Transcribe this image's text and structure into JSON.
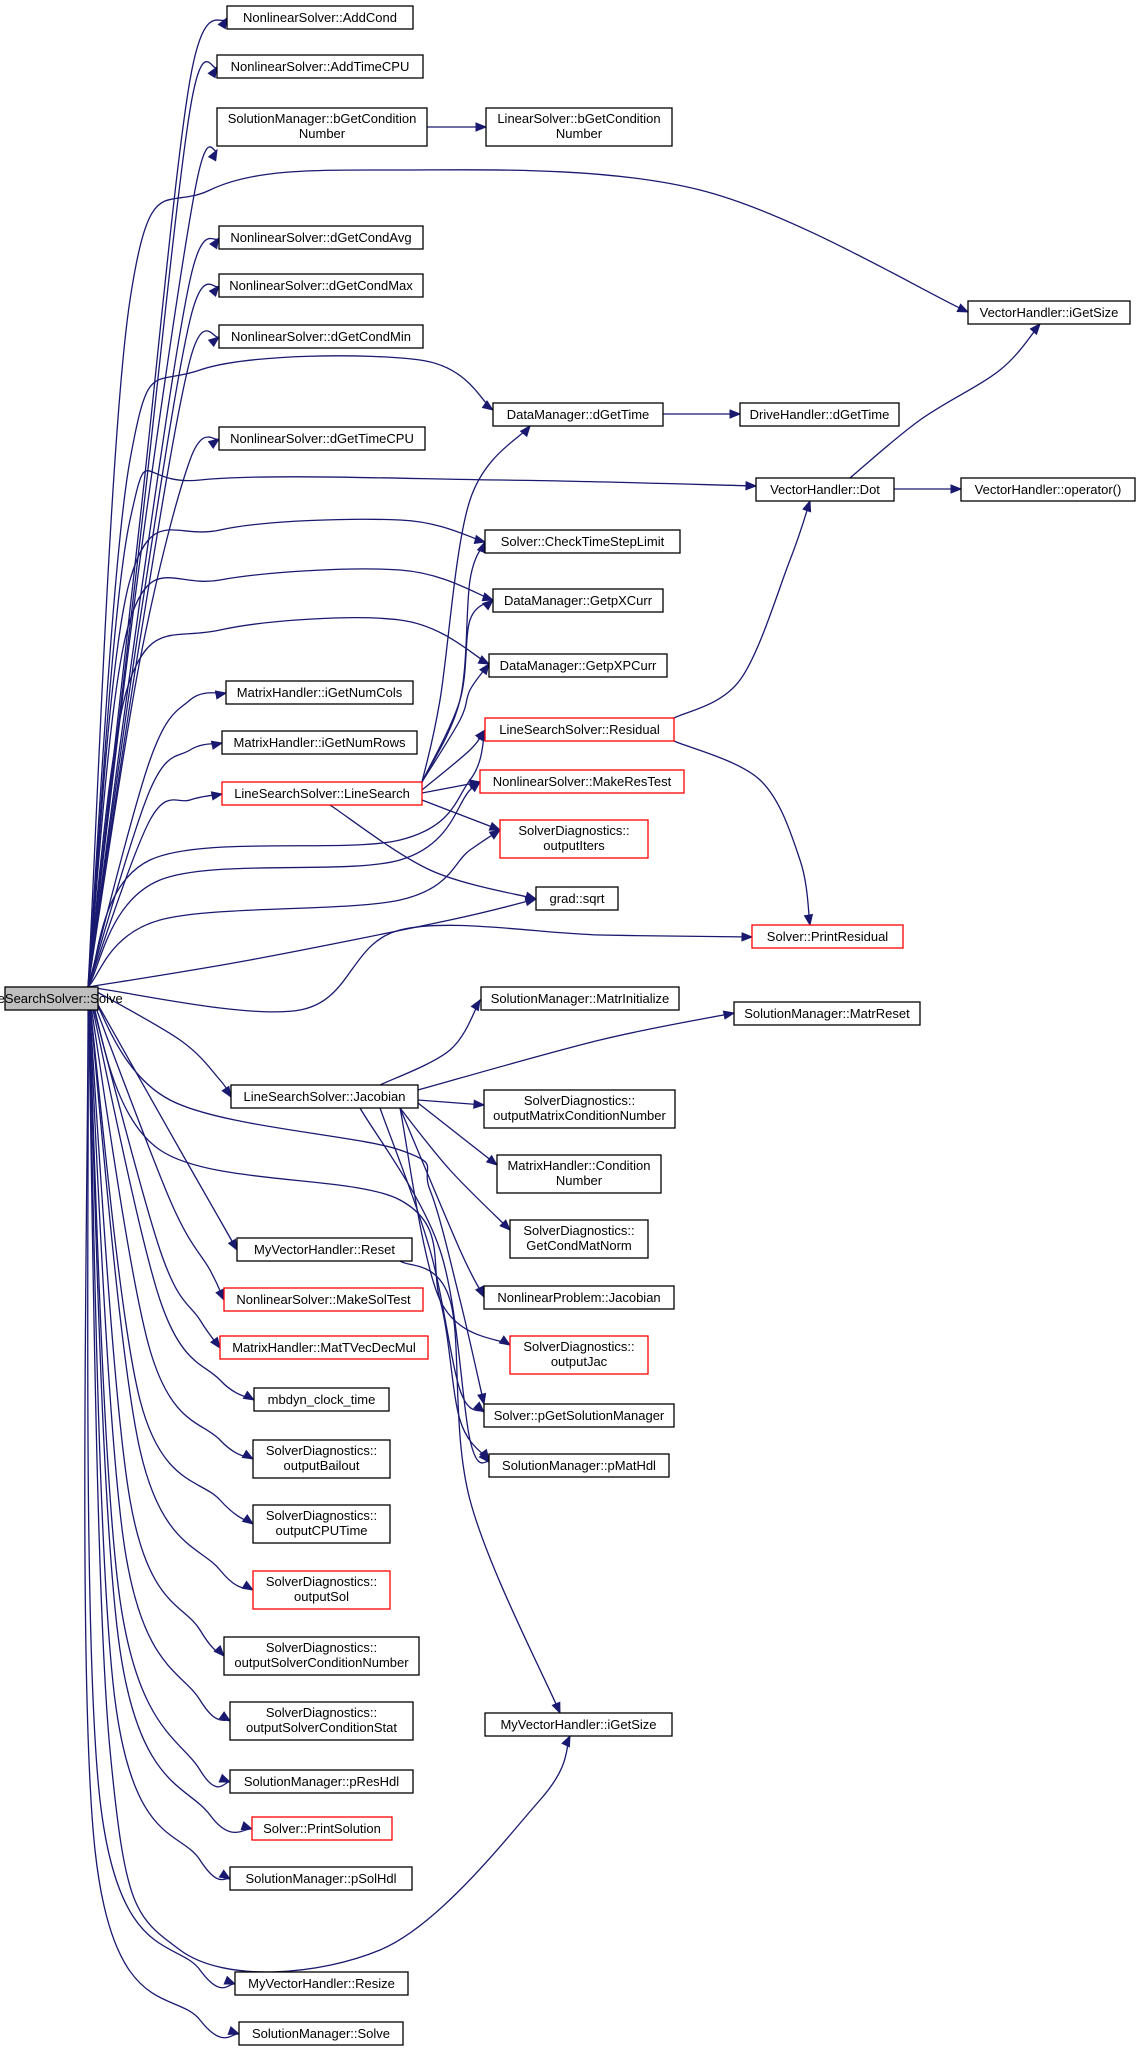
{
  "diagram": {
    "colors": {
      "edge": "#191970",
      "root_fill": "#bfbfbf",
      "red_border": "#ff0000"
    },
    "nodes": [
      {
        "id": "solve",
        "lines": [
          "LineSearchSolver::Solve"
        ],
        "style": "root"
      },
      {
        "id": "addcond",
        "lines": [
          "NonlinearSolver::AddCond"
        ],
        "style": "black"
      },
      {
        "id": "addtimecpu",
        "lines": [
          "NonlinearSolver::AddTimeCPU"
        ],
        "style": "black"
      },
      {
        "id": "sm_bgetcond",
        "lines": [
          "SolutionManager::bGetCondition",
          "Number"
        ],
        "style": "black"
      },
      {
        "id": "ls_bgetcond",
        "lines": [
          "LinearSolver::bGetCondition",
          "Number"
        ],
        "style": "black"
      },
      {
        "id": "vh_igetsize",
        "lines": [
          "VectorHandler::iGetSize"
        ],
        "style": "black"
      },
      {
        "id": "dgetcondavg",
        "lines": [
          "NonlinearSolver::dGetCondAvg"
        ],
        "style": "black"
      },
      {
        "id": "dgetcondmax",
        "lines": [
          "NonlinearSolver::dGetCondMax"
        ],
        "style": "black"
      },
      {
        "id": "dgetcondmin",
        "lines": [
          "NonlinearSolver::dGetCondMin"
        ],
        "style": "black"
      },
      {
        "id": "dm_dgettime",
        "lines": [
          "DataManager::dGetTime"
        ],
        "style": "black"
      },
      {
        "id": "dh_dgettime",
        "lines": [
          "DriveHandler::dGetTime"
        ],
        "style": "black"
      },
      {
        "id": "dgettimecpu",
        "lines": [
          "NonlinearSolver::dGetTimeCPU"
        ],
        "style": "black"
      },
      {
        "id": "vh_dot",
        "lines": [
          "VectorHandler::Dot"
        ],
        "style": "black"
      },
      {
        "id": "vh_op",
        "lines": [
          "VectorHandler::operator()"
        ],
        "style": "black"
      },
      {
        "id": "checkts",
        "lines": [
          "Solver::CheckTimeStepLimit"
        ],
        "style": "black"
      },
      {
        "id": "getpxcurr",
        "lines": [
          "DataManager::GetpXCurr"
        ],
        "style": "black"
      },
      {
        "id": "getpxpcurr",
        "lines": [
          "DataManager::GetpXPCurr"
        ],
        "style": "black"
      },
      {
        "id": "mh_cols",
        "lines": [
          "MatrixHandler::iGetNumCols"
        ],
        "style": "black"
      },
      {
        "id": "residual",
        "lines": [
          "LineSearchSolver::Residual"
        ],
        "style": "red"
      },
      {
        "id": "mh_rows",
        "lines": [
          "MatrixHandler::iGetNumRows"
        ],
        "style": "black"
      },
      {
        "id": "linesearch",
        "lines": [
          "LineSearchSolver::LineSearch"
        ],
        "style": "red"
      },
      {
        "id": "makerestest",
        "lines": [
          "NonlinearSolver::MakeResTest"
        ],
        "style": "red"
      },
      {
        "id": "outputiters",
        "lines": [
          "SolverDiagnostics::",
          "outputIters"
        ],
        "style": "red"
      },
      {
        "id": "sqrt",
        "lines": [
          "grad::sqrt"
        ],
        "style": "black"
      },
      {
        "id": "printresidual",
        "lines": [
          "Solver::PrintResidual"
        ],
        "style": "red"
      },
      {
        "id": "matrinit",
        "lines": [
          "SolutionManager::MatrInitialize"
        ],
        "style": "black"
      },
      {
        "id": "matrreset",
        "lines": [
          "SolutionManager::MatrReset"
        ],
        "style": "black"
      },
      {
        "id": "jacobian",
        "lines": [
          "LineSearchSolver::Jacobian"
        ],
        "style": "black"
      },
      {
        "id": "outmatcond",
        "lines": [
          "SolverDiagnostics::",
          "outputMatrixConditionNumber"
        ],
        "style": "black"
      },
      {
        "id": "mh_condnum",
        "lines": [
          "MatrixHandler::Condition",
          "Number"
        ],
        "style": "black"
      },
      {
        "id": "getcondmatnorm",
        "lines": [
          "SolverDiagnostics::",
          "GetCondMatNorm"
        ],
        "style": "black"
      },
      {
        "id": "myvh_reset",
        "lines": [
          "MyVectorHandler::Reset"
        ],
        "style": "black"
      },
      {
        "id": "np_jacobian",
        "lines": [
          "NonlinearProblem::Jacobian"
        ],
        "style": "black"
      },
      {
        "id": "makesoltest",
        "lines": [
          "NonlinearSolver::MakeSolTest"
        ],
        "style": "red"
      },
      {
        "id": "outputjac",
        "lines": [
          "SolverDiagnostics::",
          "outputJac"
        ],
        "style": "red"
      },
      {
        "id": "mattvec",
        "lines": [
          "MatrixHandler::MatTVecDecMul"
        ],
        "style": "red"
      },
      {
        "id": "mbdyn_clock",
        "lines": [
          "mbdyn_clock_time"
        ],
        "style": "black"
      },
      {
        "id": "pgetsolman",
        "lines": [
          "Solver::pGetSolutionManager"
        ],
        "style": "black"
      },
      {
        "id": "outbailout",
        "lines": [
          "SolverDiagnostics::",
          "outputBailout"
        ],
        "style": "black"
      },
      {
        "id": "pmathdl",
        "lines": [
          "SolutionManager::pMatHdl"
        ],
        "style": "black"
      },
      {
        "id": "outcputime",
        "lines": [
          "SolverDiagnostics::",
          "outputCPUTime"
        ],
        "style": "black"
      },
      {
        "id": "outsol",
        "lines": [
          "SolverDiagnostics::",
          "outputSol"
        ],
        "style": "red"
      },
      {
        "id": "outsolvercond",
        "lines": [
          "SolverDiagnostics::",
          "outputSolverConditionNumber"
        ],
        "style": "black"
      },
      {
        "id": "outsolverstat",
        "lines": [
          "SolverDiagnostics::",
          "outputSolverConditionStat"
        ],
        "style": "black"
      },
      {
        "id": "myvh_igetsize",
        "lines": [
          "MyVectorHandler::iGetSize"
        ],
        "style": "black"
      },
      {
        "id": "presh",
        "lines": [
          "SolutionManager::pResHdl"
        ],
        "style": "black"
      },
      {
        "id": "printsolution",
        "lines": [
          "Solver::PrintSolution"
        ],
        "style": "red"
      },
      {
        "id": "psolhdl",
        "lines": [
          "SolutionManager::pSolHdl"
        ],
        "style": "black"
      },
      {
        "id": "myvh_resize",
        "lines": [
          "MyVectorHandler::Resize"
        ],
        "style": "black"
      },
      {
        "id": "sm_solve",
        "lines": [
          "SolutionManager::Solve"
        ],
        "style": "black"
      }
    ]
  }
}
